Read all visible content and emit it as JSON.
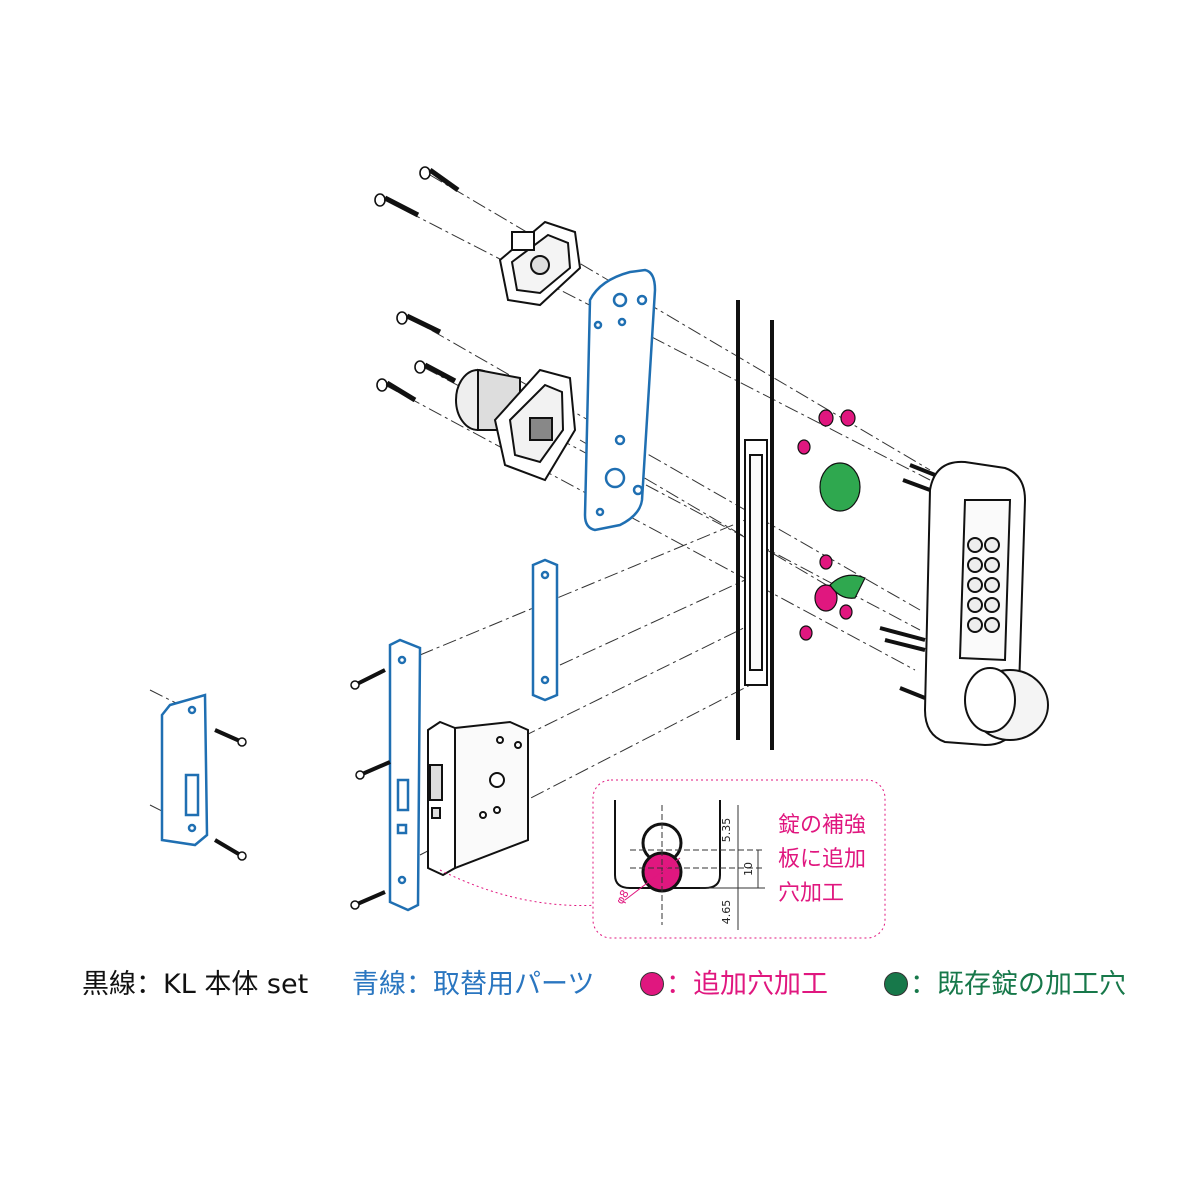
{
  "colors": {
    "black_line": "#111111",
    "blue_line": "#1f6fb2",
    "magenta": "#e0177f",
    "green": "#1f8a4c",
    "green_fill": "#2fa84f",
    "legend_black": "#111111",
    "legend_blue": "#2a76c0",
    "legend_magenta": "#e0177f",
    "legend_green": "#17784a"
  },
  "legend": {
    "black": "黒線：KL 本体 set",
    "blue": "青線：取替用パーツ",
    "magenta": "：追加穴加工",
    "green": "：既存錠の加工穴"
  },
  "detail": {
    "label_line1": "錠の補強",
    "label_line2": "板に追加",
    "label_line3": "穴加工",
    "dim_top": "5.35",
    "dim_mid": "10",
    "dim_bottom": "4.65",
    "diameter": "φ8"
  },
  "icons": {
    "magenta_dot": "magenta-dot-icon",
    "green_dot": "green-dot-icon"
  }
}
